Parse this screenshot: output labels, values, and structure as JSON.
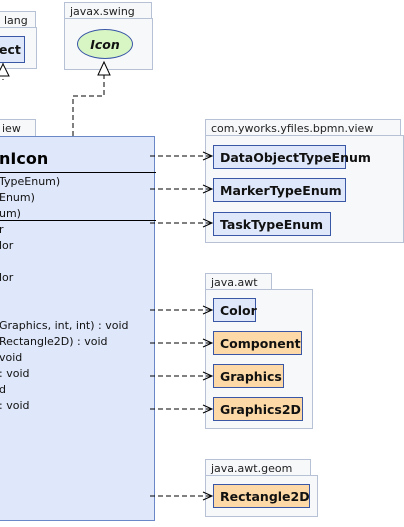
{
  "packages": {
    "java_lang": {
      "label": "lang"
    },
    "javax_swing": {
      "label": "javax.swing"
    },
    "bpmn_view": {
      "label": "com.yworks.yfiles.bpmn.view"
    },
    "java_awt": {
      "label": "java.awt"
    },
    "java_awt_geom": {
      "label": "java.awt.geom"
    },
    "main": {
      "label": "iew"
    }
  },
  "classes": {
    "object_partial": "ect",
    "icon": "Icon",
    "data_object_type_enum": "DataObjectTypeEnum",
    "marker_type_enum": "MarkerTypeEnum",
    "task_type_enum": "TaskTypeEnum",
    "color": "Color",
    "component": "Component",
    "graphics": "Graphics",
    "graphics2d": "Graphics2D",
    "rectangle2d": "Rectangle2D"
  },
  "main_class": {
    "name": "nIcon",
    "constructors": [
      "TypeEnum)",
      "Enum)",
      "um)"
    ],
    "fields": [
      "r",
      "lor",
      "",
      "lor"
    ],
    "methods": [
      "Graphics, int, int) : void",
      "Rectangle2D) : void",
      " void",
      " : void",
      "d",
      " : void"
    ]
  },
  "colors": {
    "class_blue": "#dfe8fb",
    "class_orange": "#fcd9a6",
    "package_bg": "#f7f8fa",
    "interface_green": "#d8f5c4"
  }
}
